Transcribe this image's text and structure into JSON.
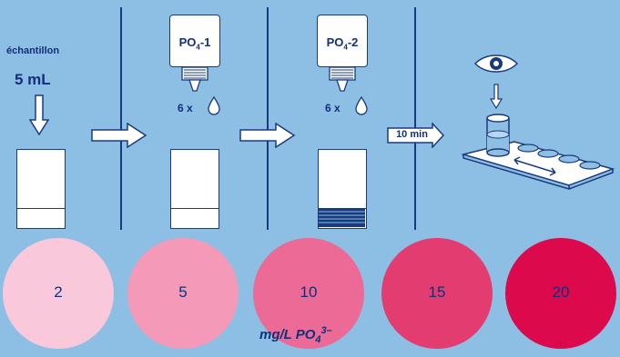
{
  "sample": {
    "label": "échantillon",
    "volume": "5 mL"
  },
  "reagent1": {
    "name": "PO",
    "sub": "4",
    "suffix": "-1",
    "dose": "6 x"
  },
  "reagent2": {
    "name": "PO",
    "sub": "4",
    "suffix": "-2",
    "dose": "6 x"
  },
  "wait": "10 min",
  "scale": [
    {
      "value": "2",
      "color": "#f9c8da"
    },
    {
      "value": "5",
      "color": "#f49ab8"
    },
    {
      "value": "10",
      "color": "#ec6a96"
    },
    {
      "value": "15",
      "color": "#e33c71"
    },
    {
      "value": "20",
      "color": "#dc0a4c"
    }
  ],
  "unit": {
    "text": "mg/L PO",
    "sub": "4",
    "sup": "3–"
  }
}
